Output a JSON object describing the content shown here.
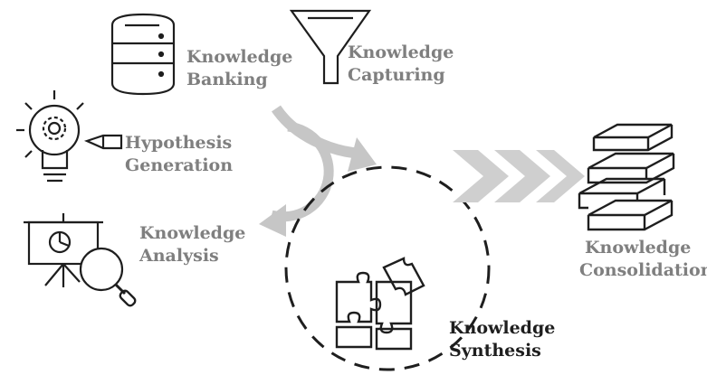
{
  "colors": {
    "text_gray": "#7f7f7f",
    "text_dark": "#1e1e1e",
    "arrow_gray": "#c6c6c6",
    "chevron_gray": "#cfcfcf",
    "icon_stroke": "#1e1e1e"
  },
  "icons": [
    "database-icon",
    "funnel-icon",
    "lightbulb-gear-icon",
    "presentation-magnifier-icon",
    "puzzle-icon",
    "books-icon",
    "cycle-arrow-icon",
    "chevron-arrows-icon"
  ],
  "labels": {
    "knowledge_banking": [
      "Knowledge",
      "Banking"
    ],
    "knowledge_capturing": [
      "Knowledge",
      "Capturing"
    ],
    "hypothesis_generation": [
      "Hypothesis",
      "Generation"
    ],
    "knowledge_analysis": [
      "Knowledge",
      "Analysis"
    ],
    "knowledge_synthesis": [
      "Knowledge",
      "Synthesis"
    ],
    "knowledge_consolidation": [
      "Knowledge",
      "Consolidation"
    ]
  }
}
